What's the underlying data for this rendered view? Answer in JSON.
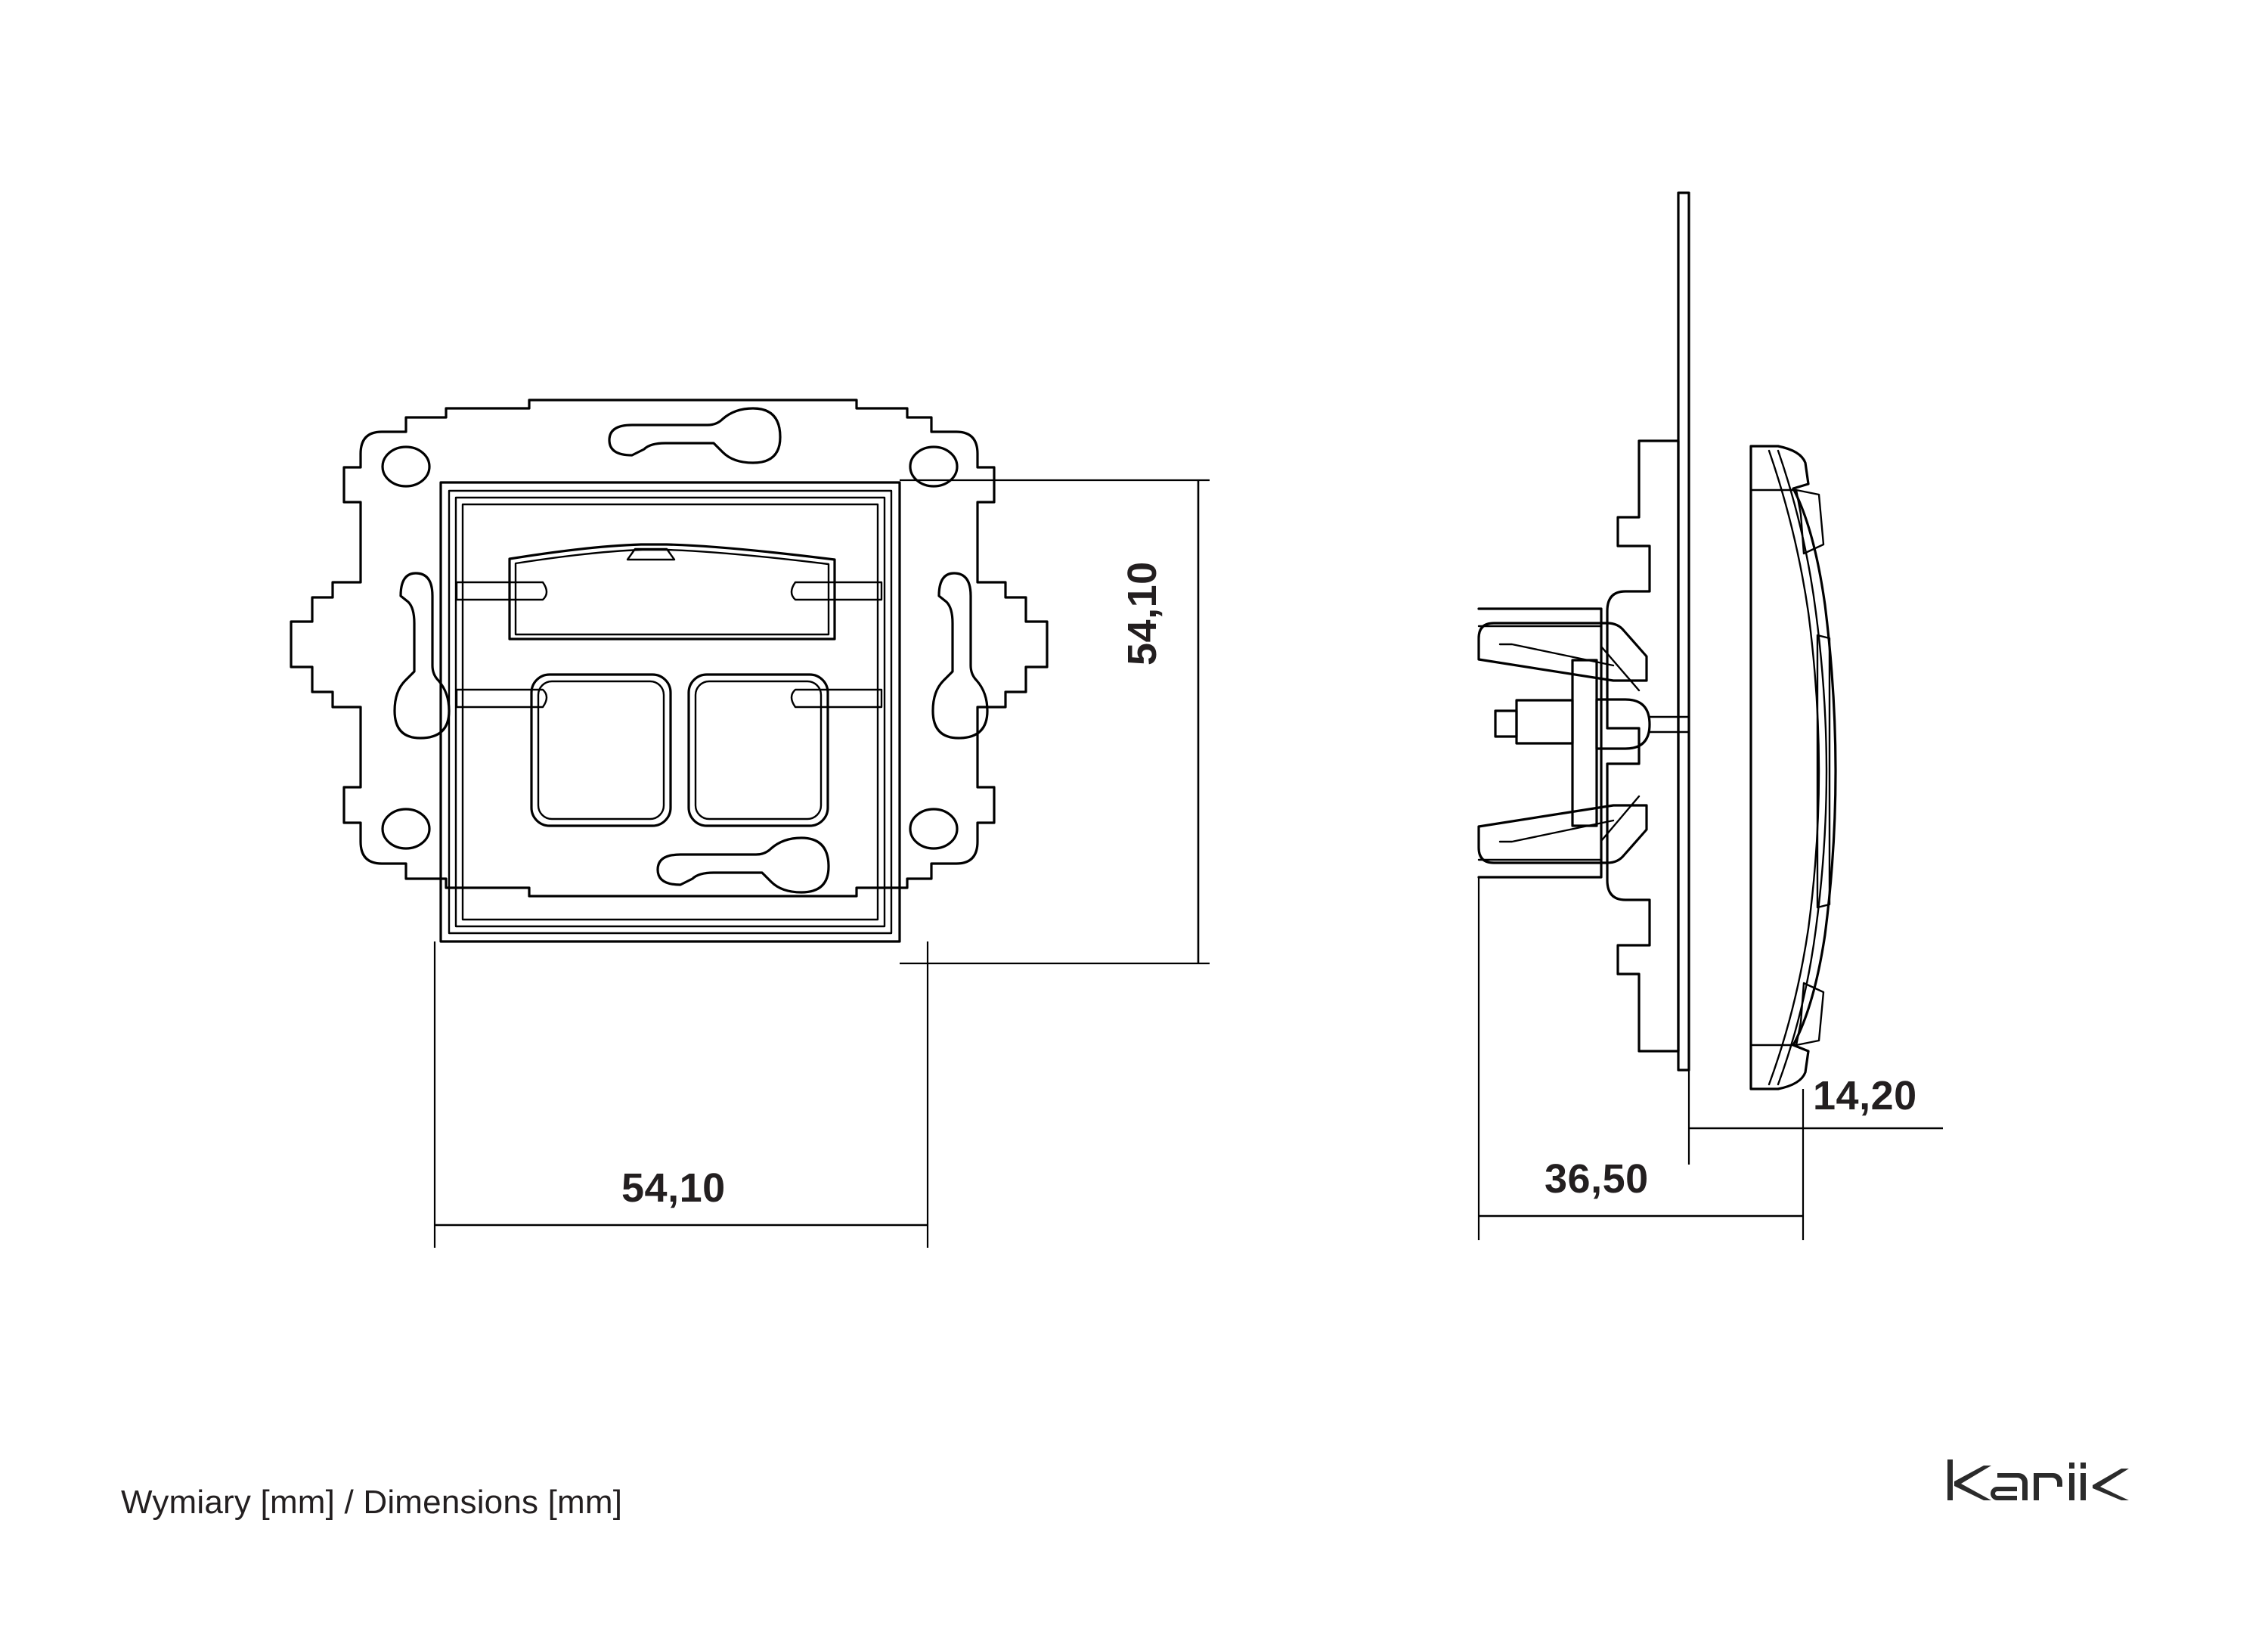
{
  "sheet": {
    "caption": "Wymiary [mm] / Dimensions [mm]",
    "brand": "kariik",
    "background_color": "#ffffff",
    "line_color": "#000000",
    "text_color": "#231f20"
  },
  "dimensions": {
    "front_height": "54,10",
    "front_width": "54,10",
    "side_body_depth": "36,50",
    "side_front_depth": "14,20",
    "unit": "mm"
  },
  "views": {
    "front": {
      "name": "front-view",
      "description": "Double data socket front view with mounting yoke",
      "features": [
        "mounting-yoke",
        "screw-hole-top-left",
        "screw-hole-top-right",
        "screw-hole-bottom-left",
        "screw-hole-bottom-right",
        "keyhole-slot-top",
        "keyhole-slot-bottom",
        "keyhole-slot-left",
        "keyhole-slot-right",
        "claw-tab-left",
        "claw-tab-right",
        "front-plate",
        "label-window",
        "port-opening-left",
        "port-opening-right"
      ]
    },
    "side": {
      "name": "side-view",
      "description": "Side section showing body depth and curved front cover",
      "features": [
        "socket-body",
        "yoke-plate",
        "mounting-claw-upper",
        "mounting-claw-lower",
        "claw-screw",
        "front-cover-curved"
      ]
    }
  }
}
